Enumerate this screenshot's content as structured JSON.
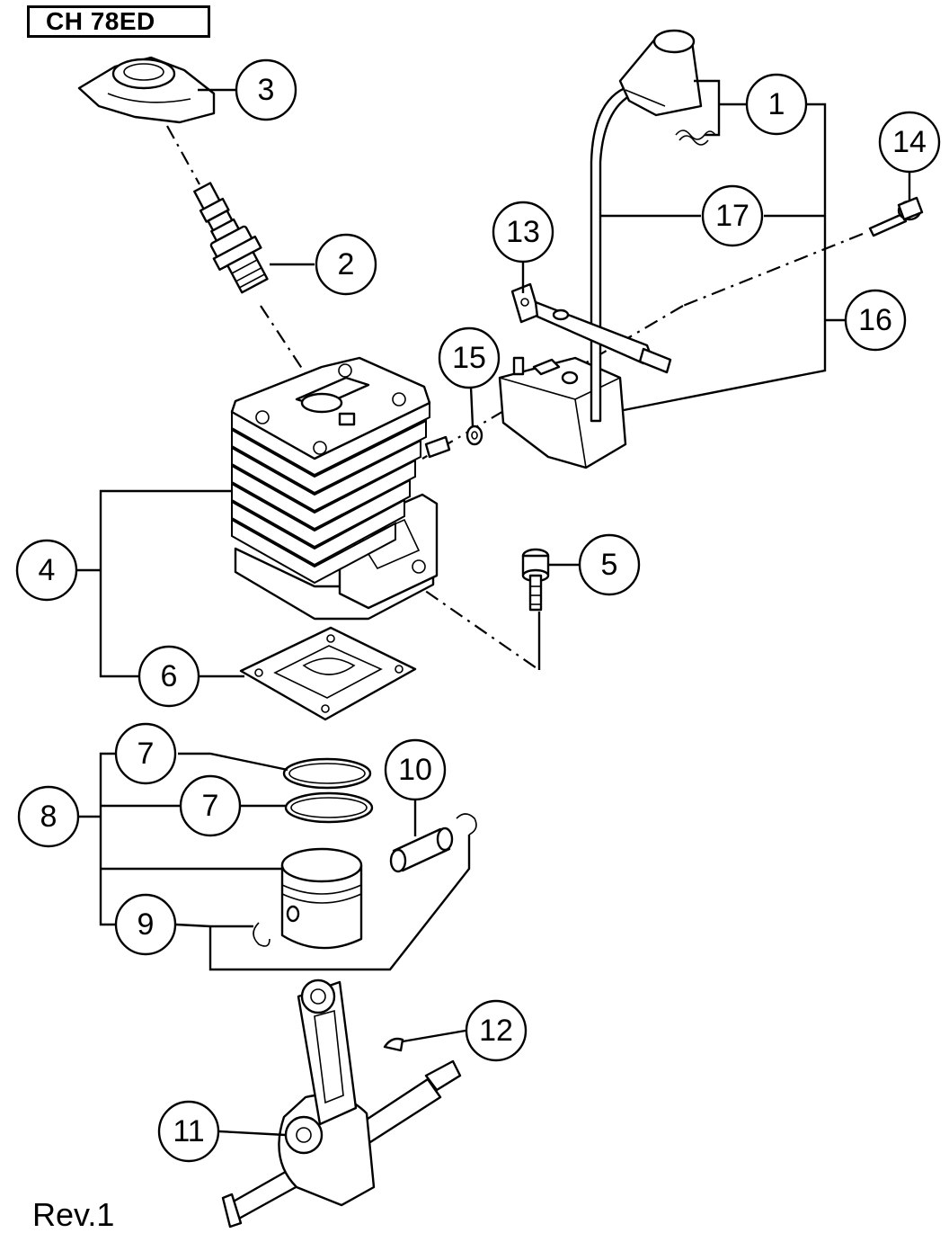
{
  "header": {
    "model": "CH 78ED"
  },
  "footer": {
    "revision": "Rev.1"
  },
  "callouts": [
    "1",
    "2",
    "3",
    "4",
    "5",
    "6",
    "7",
    "7",
    "8",
    "9",
    "10",
    "11",
    "12",
    "13",
    "14",
    "15",
    "16",
    "17"
  ]
}
